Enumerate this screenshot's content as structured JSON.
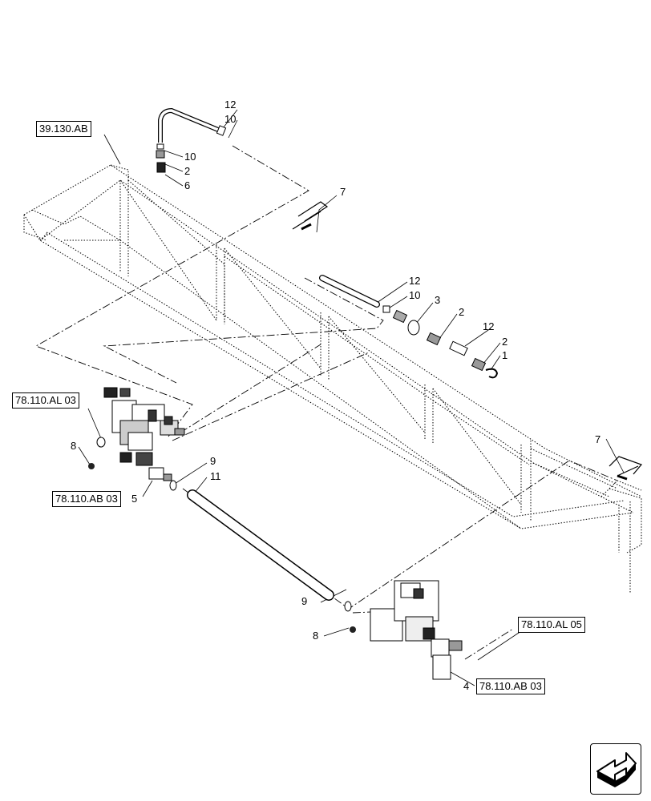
{
  "refs": {
    "r1": "39.130.AB",
    "r2": "78.110.AL 03",
    "r3": "78.110.AB 03",
    "r4": "78.110.AL 05",
    "r5": "78.110.AB 03"
  },
  "callouts": {
    "c12a": "12",
    "c10a": "10",
    "c10b": "10",
    "c2a": "2",
    "c6": "6",
    "c7a": "7",
    "c12b": "12",
    "c10c": "10",
    "c3": "3",
    "c2b": "2",
    "c12c": "12",
    "c2c": "2",
    "c1": "1",
    "c8a": "8",
    "c9a": "9",
    "c11": "11",
    "c5": "5",
    "c7b": "7",
    "c9b": "9",
    "c8b": "8",
    "c4": "4"
  },
  "icons": {
    "nav": "next-page-arrow-icon"
  }
}
